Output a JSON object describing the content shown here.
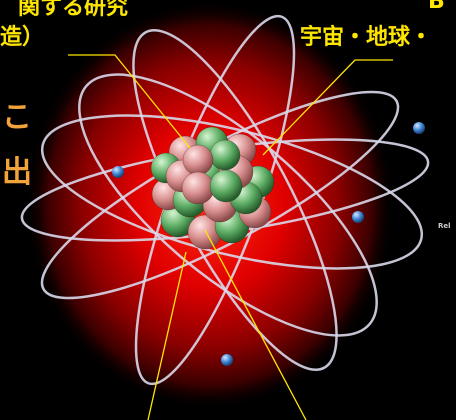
{
  "labels": {
    "top_left_line1": "関する研究",
    "top_left_line2": "造）",
    "top_right_line1": "B",
    "top_right_line2": "宇宙・地球・",
    "left_char1": "こ",
    "left_char2": "出",
    "side_label": "Rel"
  },
  "colors": {
    "callout": "#ffe600",
    "left_text": "#f2a33a",
    "glow": "#e10000",
    "background": "#000000",
    "proton": "#d98f8f",
    "neutron": "#5fae66",
    "electron": "#3f87d6",
    "orbit": "#d8d8ea"
  }
}
